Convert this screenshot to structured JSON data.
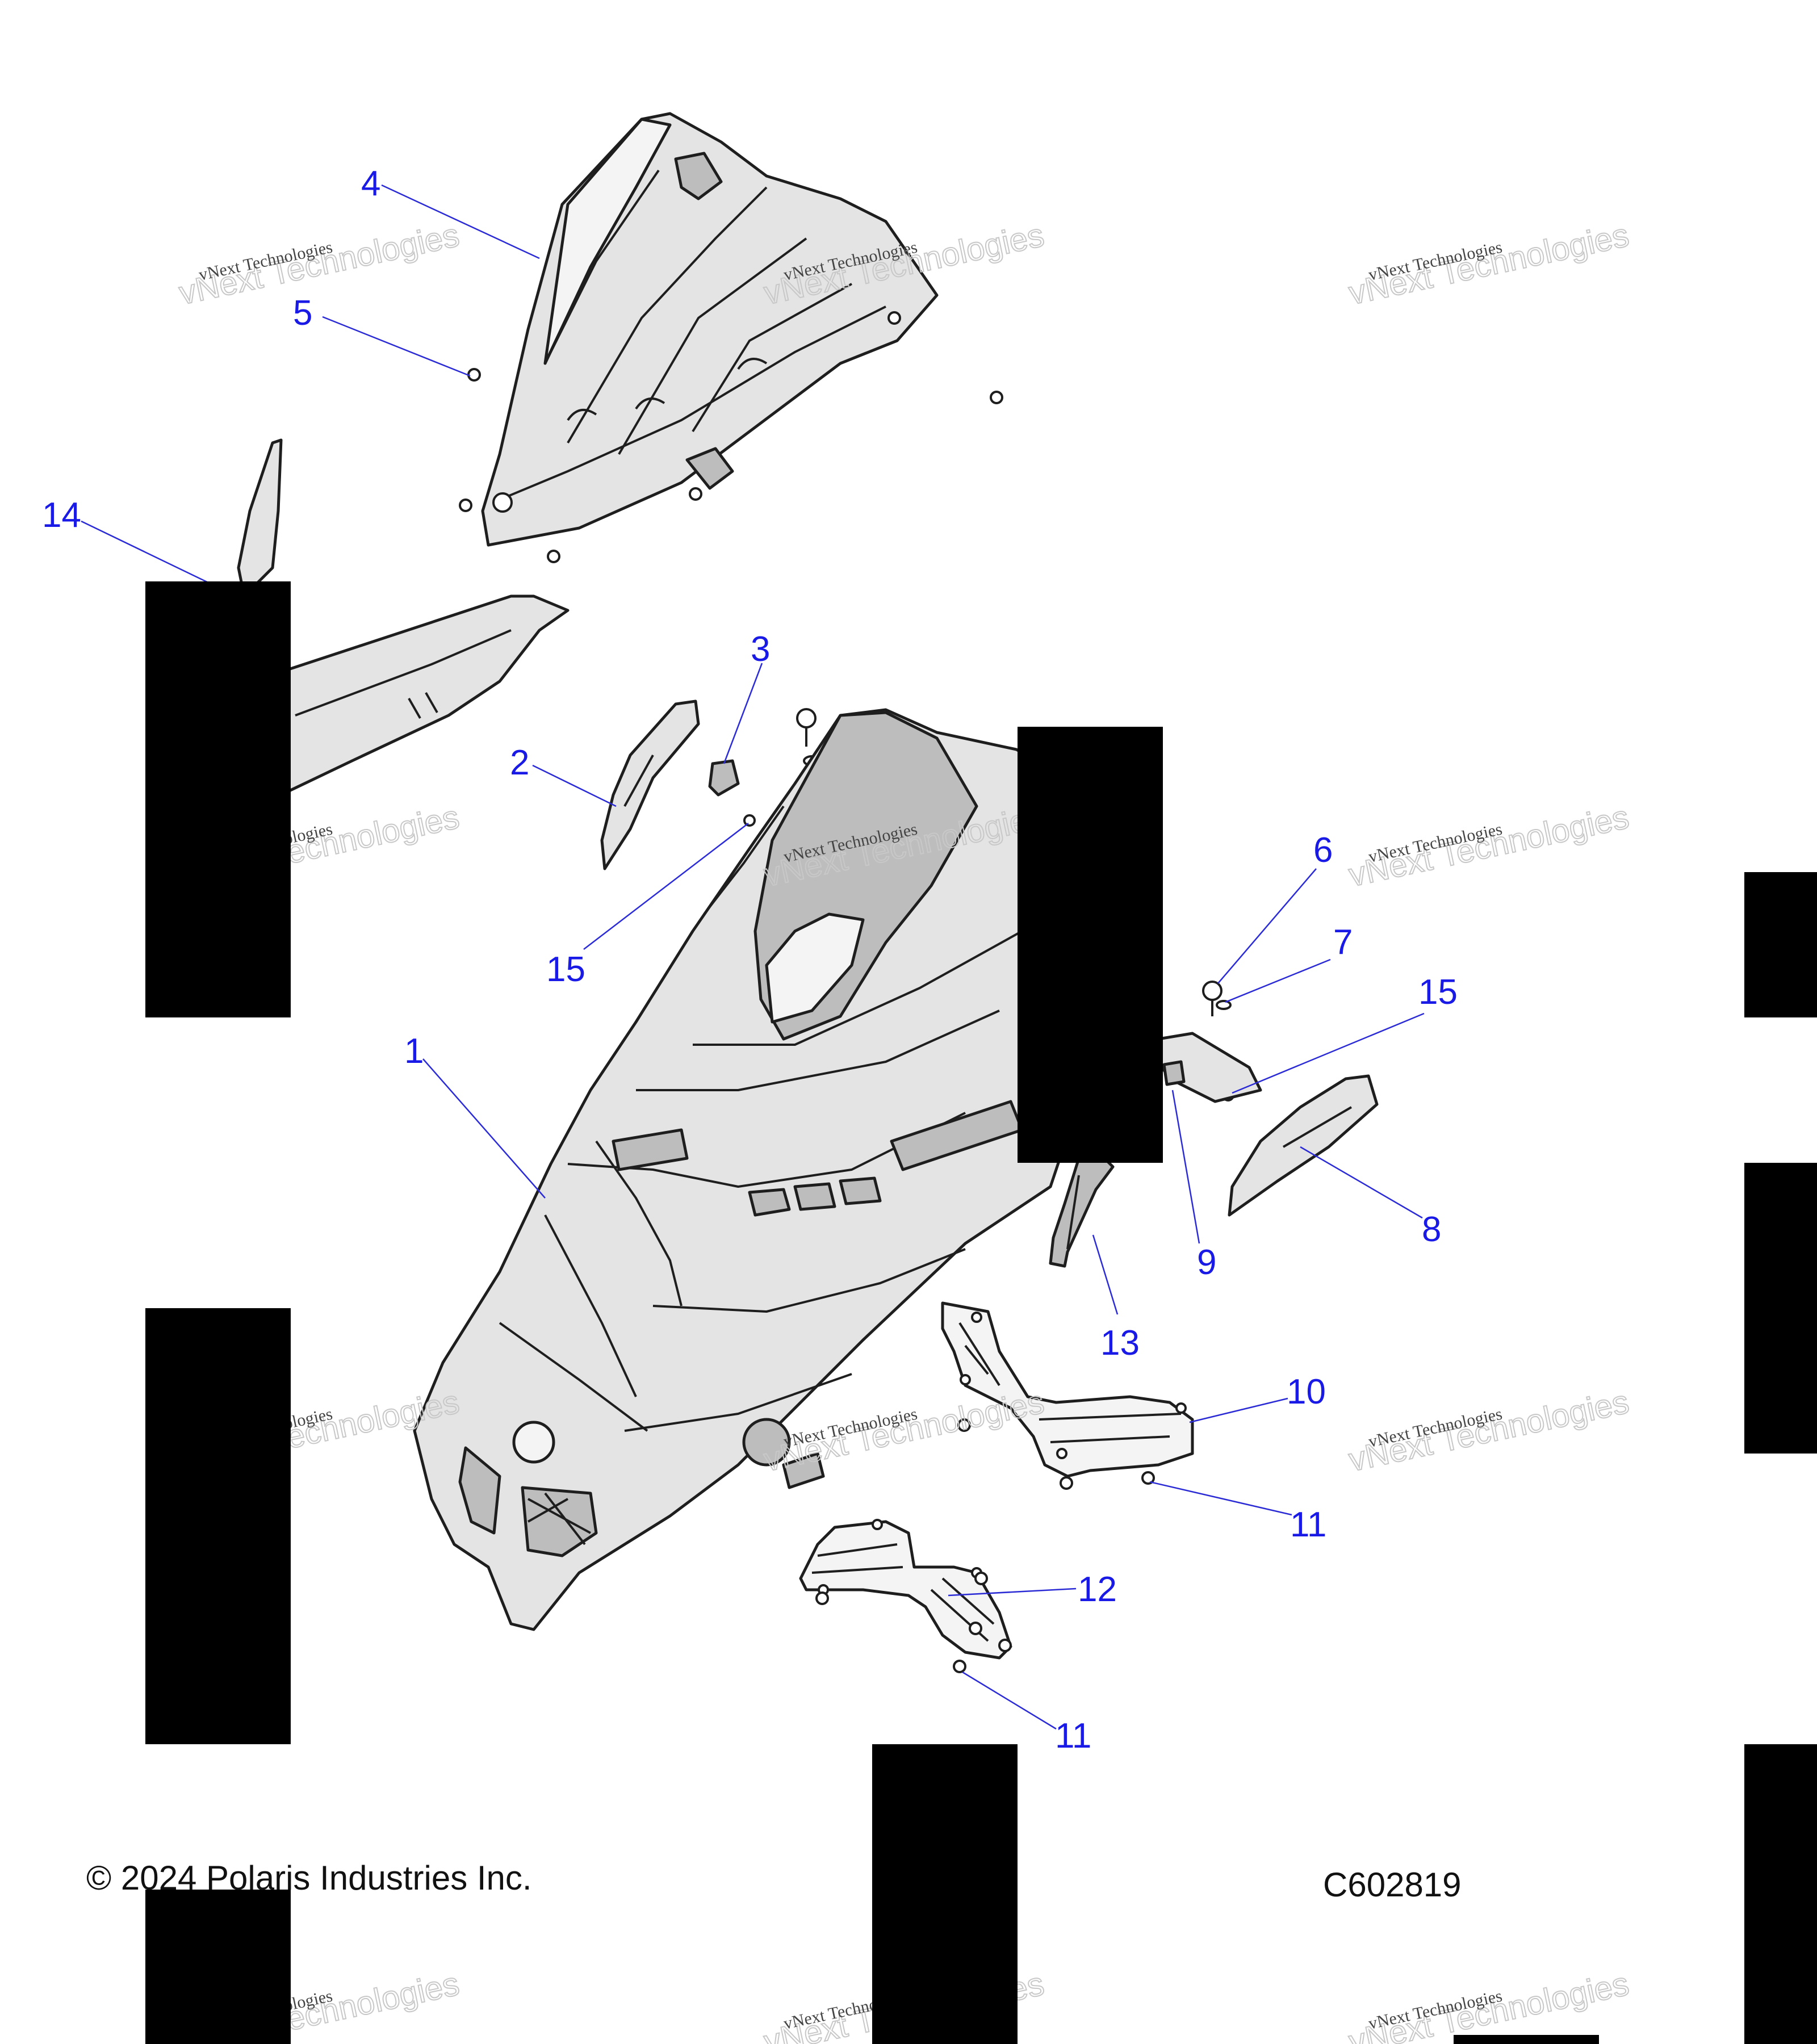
{
  "callouts": [
    {
      "id": "c4",
      "label": "4"
    },
    {
      "id": "c5",
      "label": "5"
    },
    {
      "id": "c14",
      "label": "14"
    },
    {
      "id": "c3",
      "label": "3"
    },
    {
      "id": "c2",
      "label": "2"
    },
    {
      "id": "c15a",
      "label": "15"
    },
    {
      "id": "c6",
      "label": "6"
    },
    {
      "id": "c7",
      "label": "7"
    },
    {
      "id": "c15b",
      "label": "15"
    },
    {
      "id": "c1",
      "label": "1"
    },
    {
      "id": "c9",
      "label": "9"
    },
    {
      "id": "c8",
      "label": "8"
    },
    {
      "id": "c13",
      "label": "13"
    },
    {
      "id": "c10",
      "label": "10"
    },
    {
      "id": "c11a",
      "label": "11"
    },
    {
      "id": "c12",
      "label": "12"
    },
    {
      "id": "c11b",
      "label": "11"
    }
  ],
  "watermark": {
    "line1": "vNext Technologies",
    "line2": "vNext Technologies"
  },
  "footer": {
    "copyright": "© 2024 Polaris Industries Inc.",
    "diagram_code": "C602819"
  },
  "colors": {
    "callout_text": "#1a1ae6",
    "leader_line": "#2b2bd6",
    "part_outline": "#1e1e1e",
    "part_fill": "#e4e4e4",
    "redaction": "#000000"
  }
}
